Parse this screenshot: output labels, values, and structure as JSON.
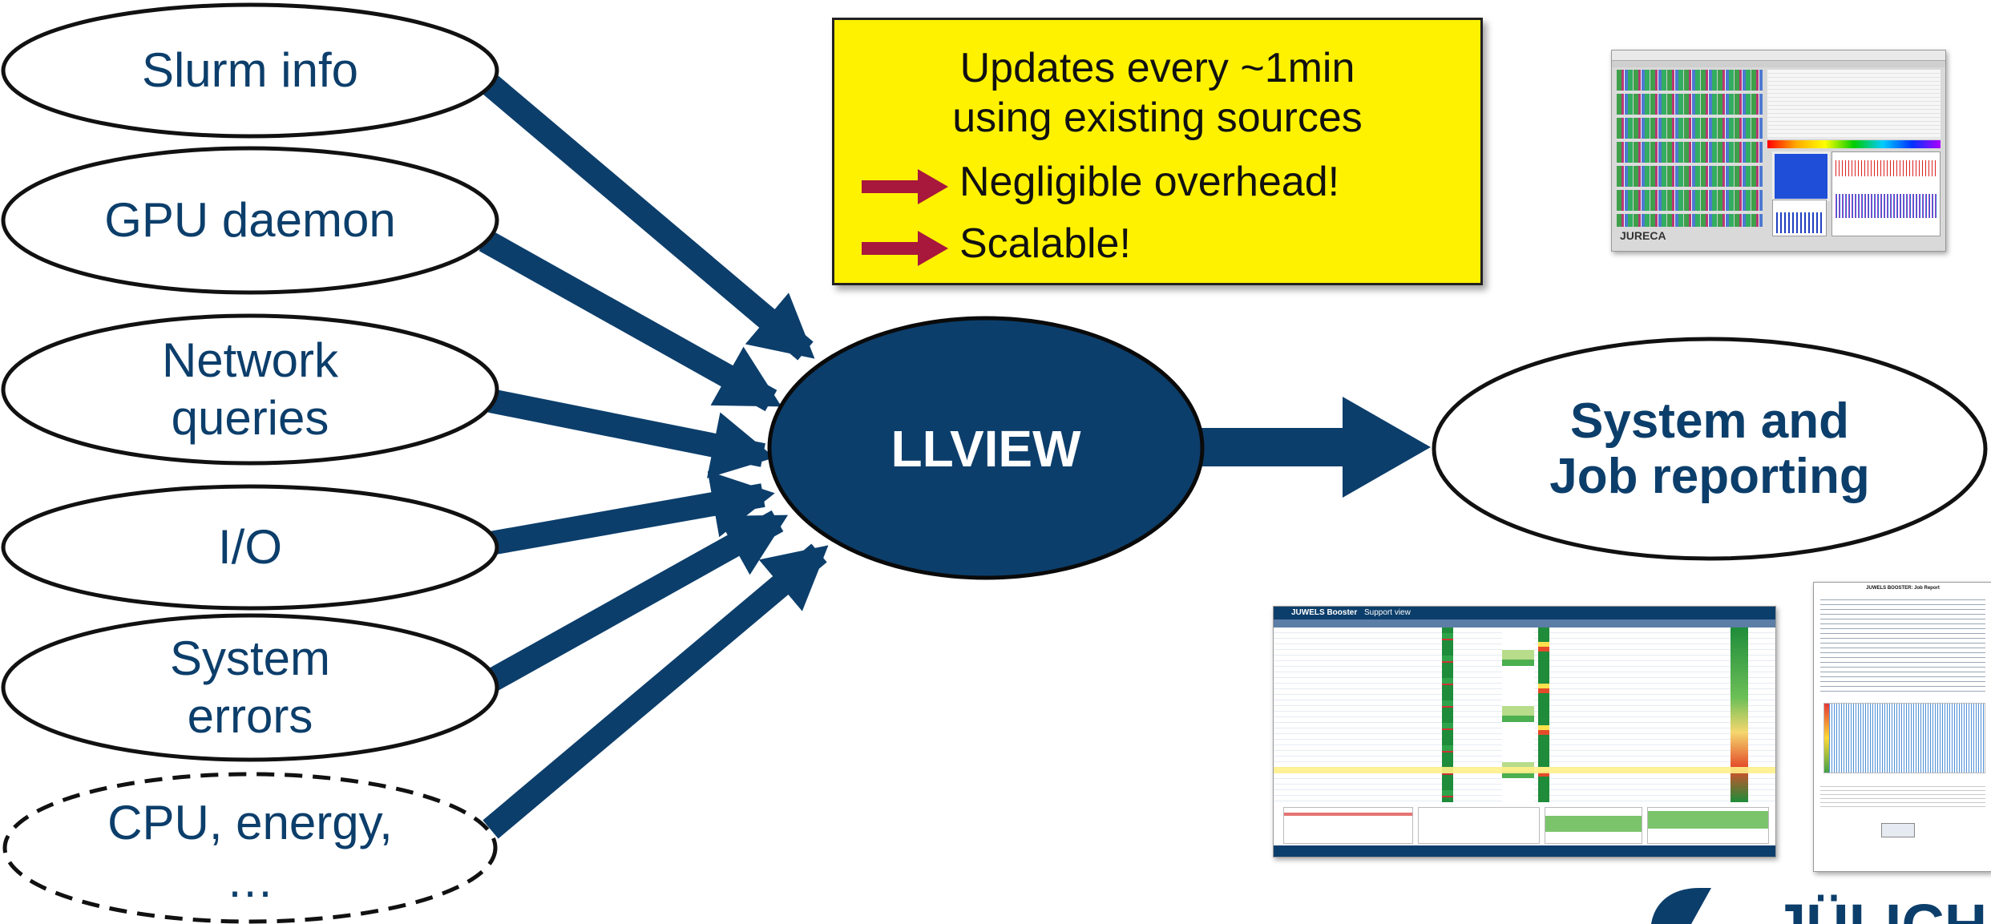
{
  "sources": [
    {
      "id": "slurm",
      "lines": [
        "Slurm info"
      ],
      "style": "solid"
    },
    {
      "id": "gpu",
      "lines": [
        "GPU daemon"
      ],
      "style": "solid"
    },
    {
      "id": "network",
      "lines": [
        "Network",
        "queries"
      ],
      "style": "solid"
    },
    {
      "id": "io",
      "lines": [
        "I/O"
      ],
      "style": "solid"
    },
    {
      "id": "errors",
      "lines": [
        "System",
        "errors"
      ],
      "style": "solid"
    },
    {
      "id": "cpu",
      "lines": [
        "CPU, energy,",
        "…"
      ],
      "style": "dashed"
    }
  ],
  "hub": {
    "label": "LLVIEW"
  },
  "output": {
    "lines": [
      "System and",
      "Job reporting"
    ]
  },
  "note": {
    "line1": "Updates every ~1min",
    "line2": "using existing sources",
    "bullet1": "Negligible overhead!",
    "bullet2": "Scalable!"
  },
  "thumbnails": {
    "system_view": {
      "caption": "JURECA"
    },
    "support_view": {
      "title": "JUWELS Booster",
      "subtitle": "Support view"
    },
    "job_report": {
      "title": "JUWELS BOOSTER: Job Report"
    }
  },
  "logo": {
    "text": "JÜLICH"
  },
  "colors": {
    "navy": "#0c3e6b",
    "arrow": "#0c3e6b",
    "note_bg": "#fff200",
    "bullet_arrow": "#a8173c"
  }
}
